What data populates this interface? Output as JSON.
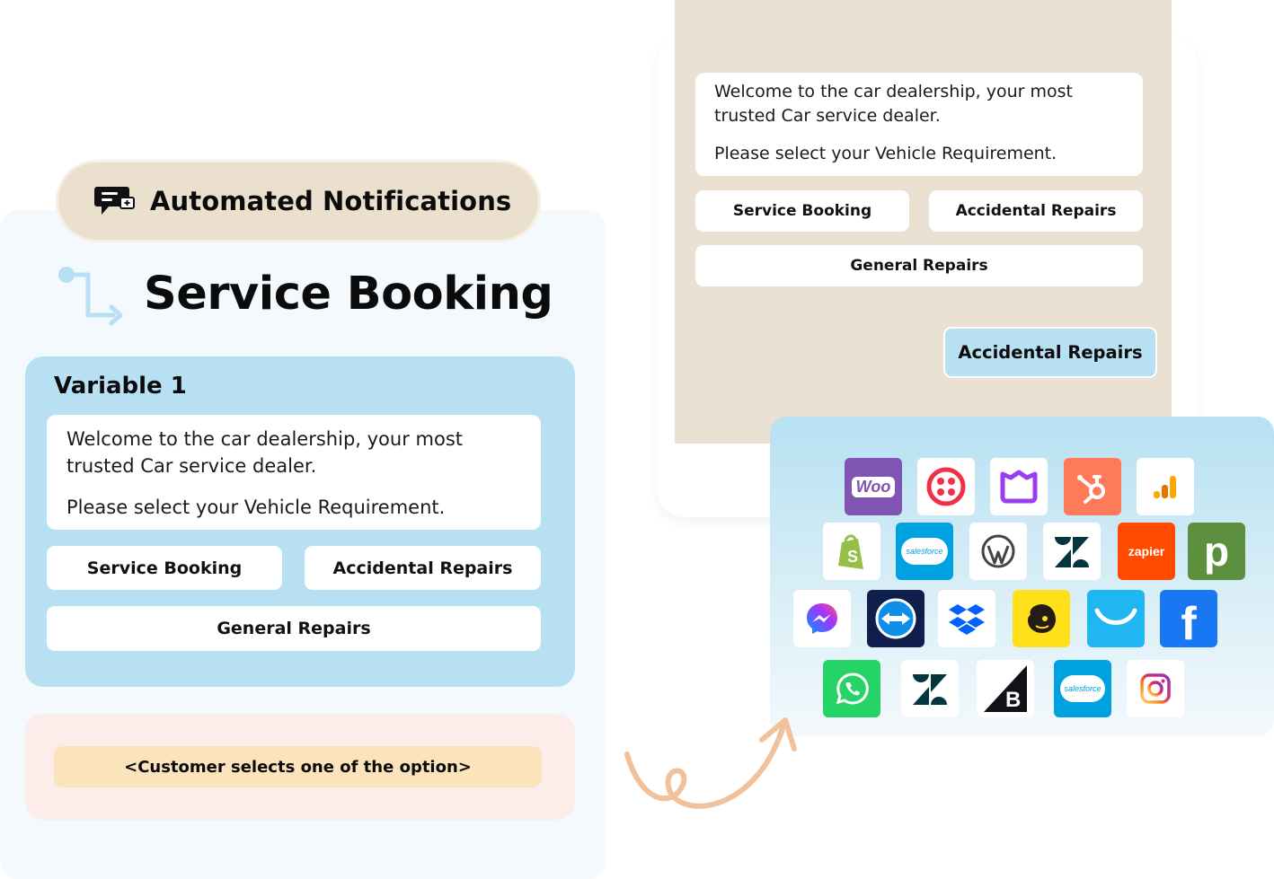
{
  "header": {
    "pill_label": "Automated Notifications"
  },
  "flow": {
    "title": "Service Booking"
  },
  "variable": {
    "label": "Variable 1",
    "message_line1": "Welcome to the car dealership, your most trusted Car service dealer.",
    "message_line2": "Please select your Vehicle Requirement.",
    "options": [
      "Service Booking",
      "Accidental Repairs",
      "General Repairs"
    ]
  },
  "customer_action": "<Customer selects one of the option>",
  "chat": {
    "message_line1": "Welcome to the car dealership, your most trusted Car service dealer.",
    "message_line2": "Please select your Vehicle Requirement.",
    "options": [
      "Service Booking",
      "Accidental Repairs",
      "General Repairs"
    ],
    "selected_reply": "Accidental Repairs"
  },
  "integrations": {
    "logos": [
      "woocommerce-logo",
      "twilio-logo",
      "ultramsg-logo",
      "hubspot-logo",
      "google-analytics-logo",
      "shopify-logo",
      "salesforce-logo",
      "wordpress-logo",
      "zendesk-logo",
      "zapier-logo",
      "pipedrive-logo",
      "messenger-logo",
      "teamviewer-logo",
      "dropbox-logo",
      "mailchimp-logo",
      "freshdesk-logo",
      "facebook-logo",
      "whatsapp-logo",
      "zendesk-logo",
      "bigcommerce-logo",
      "salesforce-logo",
      "instagram-logo"
    ],
    "woo_text": "Woo",
    "salesforce_text": "salesforce",
    "zapier_text": "zapier",
    "pipedrive_text": "p",
    "facebook_text": "f"
  },
  "colors": {
    "pill_bg": "#ebdfce",
    "variable_bg": "#b7e1f2",
    "chat_bg": "#ebe1d2",
    "customer_bg": "#fcedea",
    "customer_pill": "#fbe3bc",
    "arrow": "#f0c19a"
  }
}
